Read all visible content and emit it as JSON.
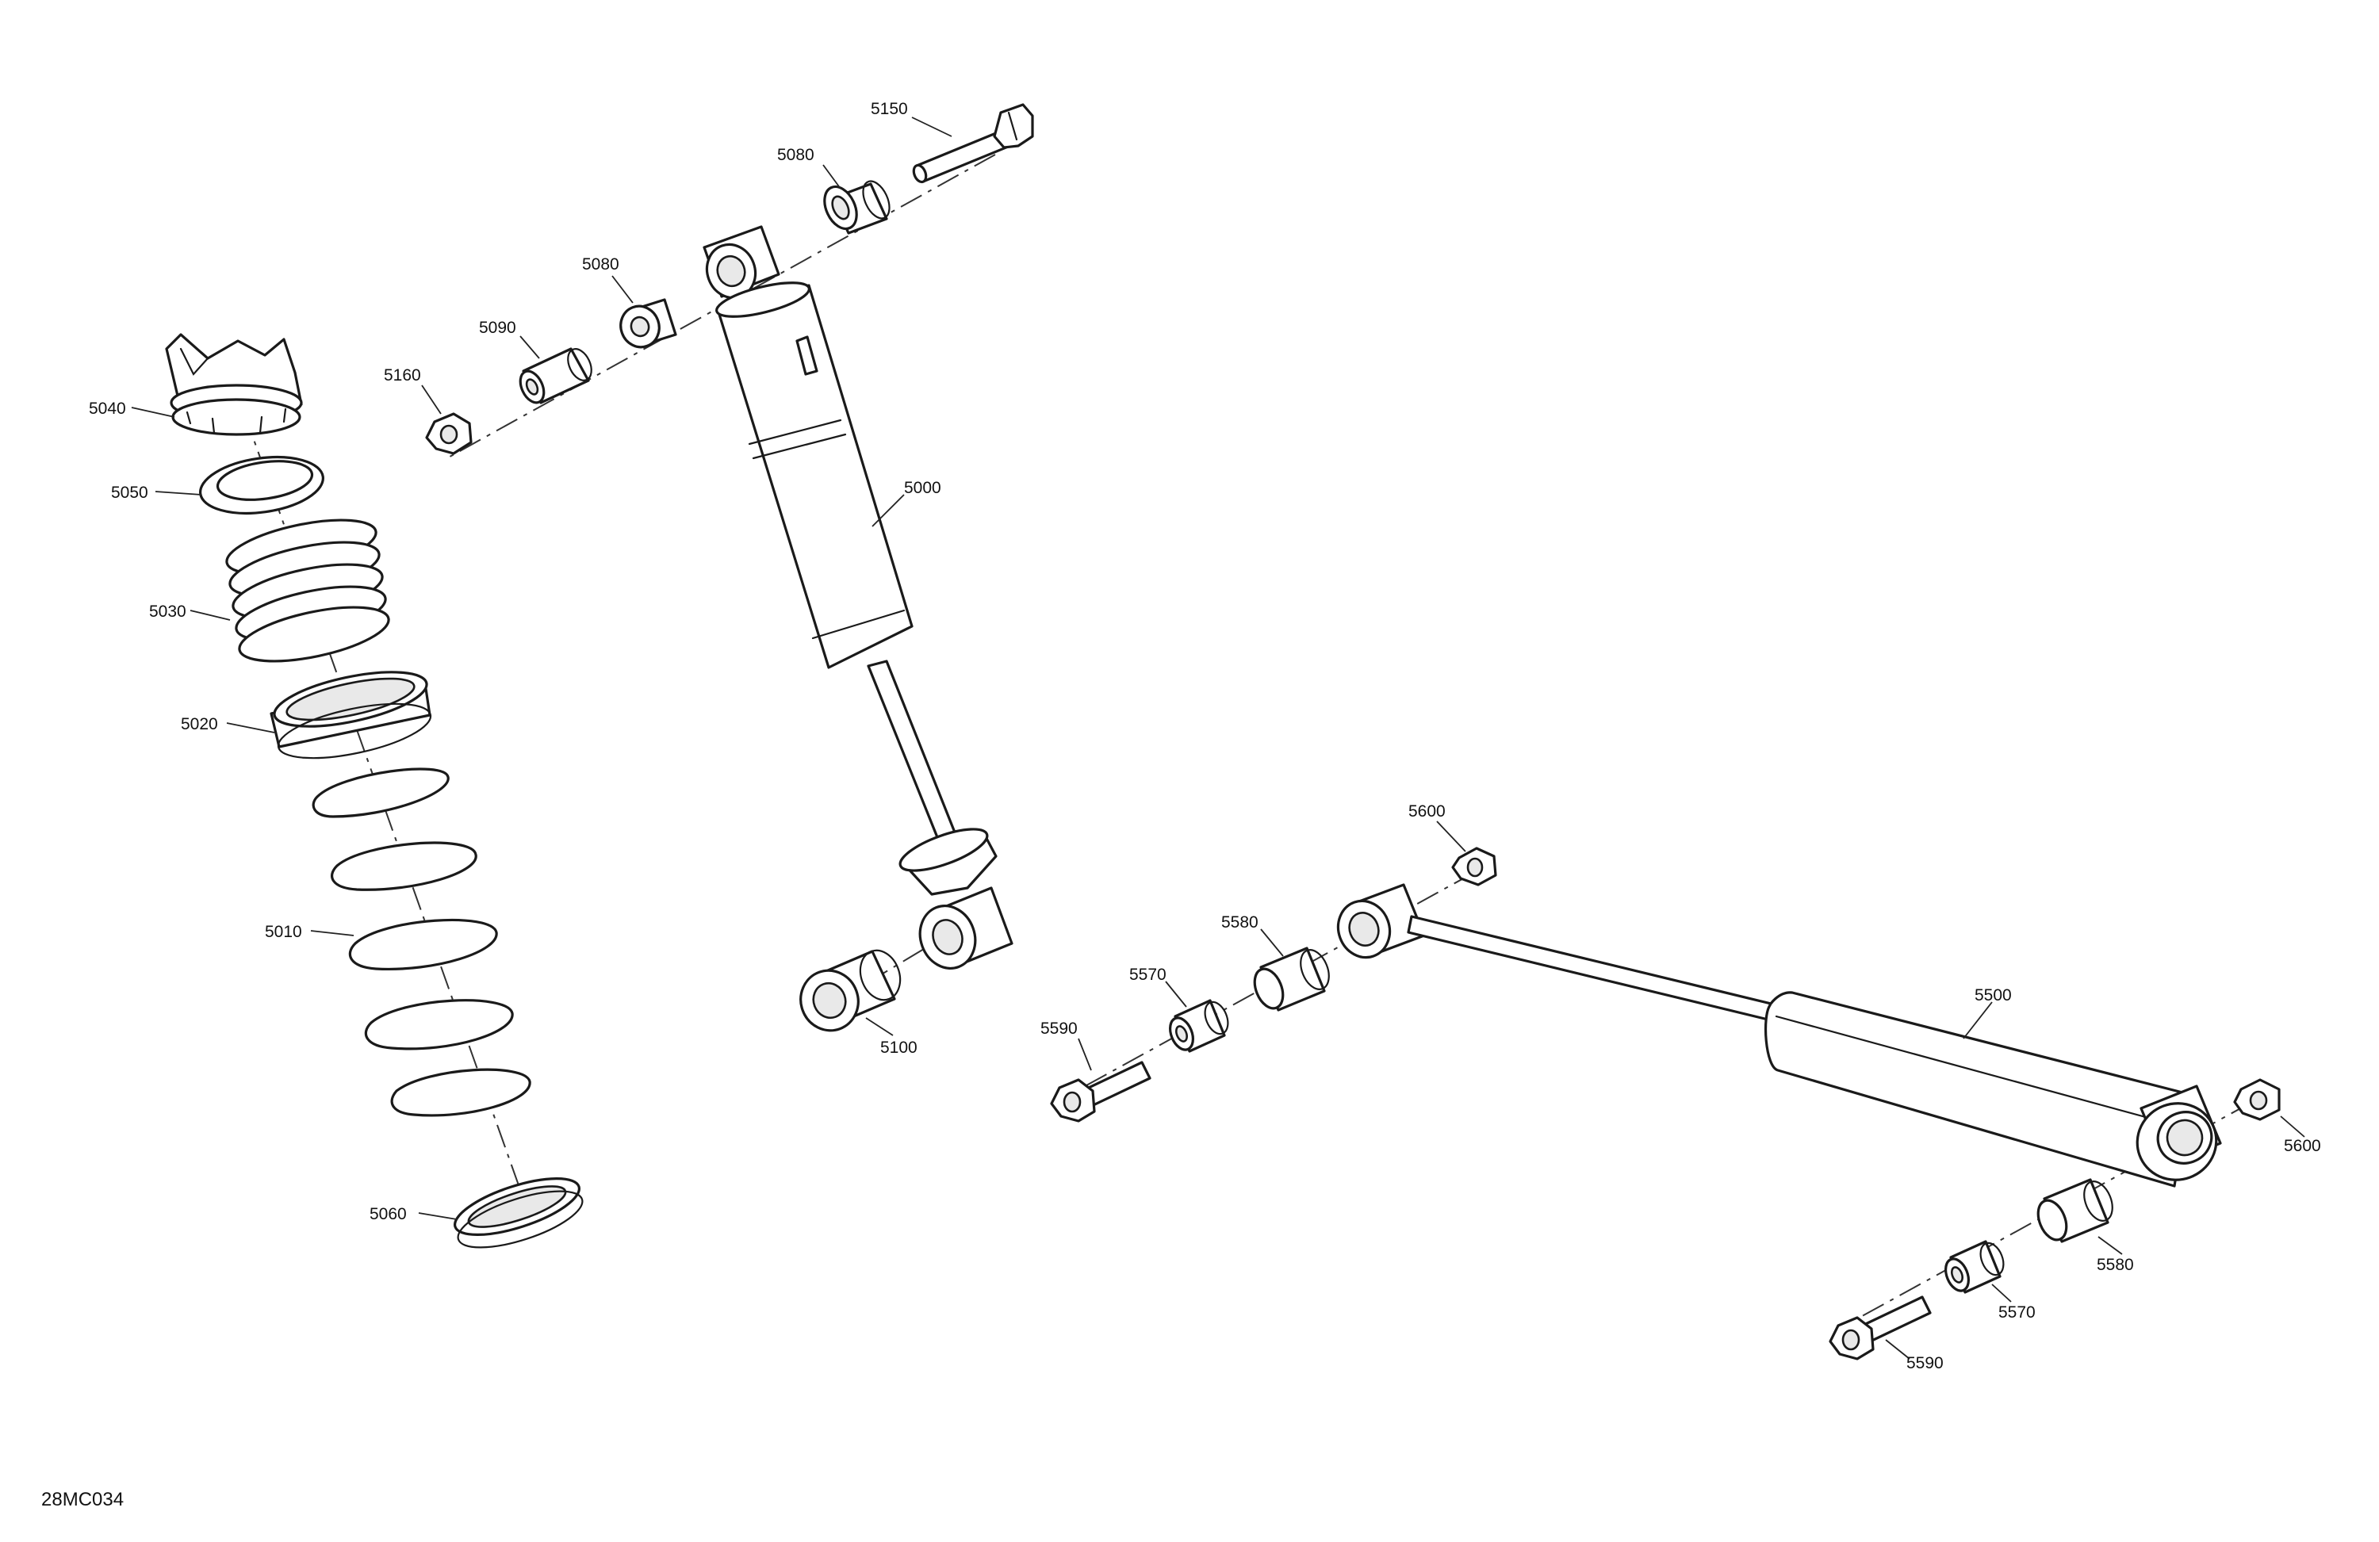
{
  "figure_id": "28MC034",
  "callouts": {
    "c5150": "5150",
    "c5080a": "5080",
    "c5080b": "5080",
    "c5090": "5090",
    "c5160": "5160",
    "c5040": "5040",
    "c5050": "5050",
    "c5030": "5030",
    "c5020": "5020",
    "c5010": "5010",
    "c5060": "5060",
    "c5000": "5000",
    "c5100": "5100",
    "c5600a": "5600",
    "c5580a": "5580",
    "c5570a": "5570",
    "c5590a": "5590",
    "c5500": "5500",
    "c5600b": "5600",
    "c5580b": "5580",
    "c5570b": "5570",
    "c5590b": "5590"
  }
}
